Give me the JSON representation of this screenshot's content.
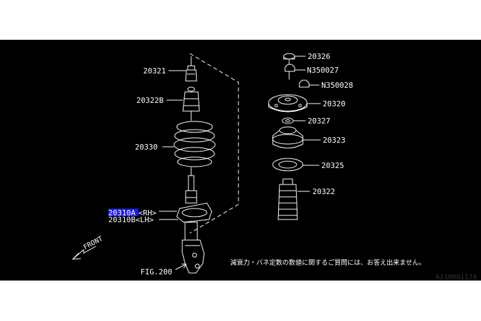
{
  "colors": {
    "background": "#000000",
    "line": "#ffffff",
    "selection": "#1818ff",
    "page": "#ffffff"
  },
  "labels": {
    "p20321": "20321",
    "p20322b": "20322B",
    "p20330": "20330",
    "p20310a": "20310A",
    "p20310a_side": "<RH>",
    "p20310b": "20310B<LH>",
    "p20326": "20326",
    "pn350027": "N350027",
    "pn350028": "N350028",
    "p20320": "20320",
    "p20327": "20327",
    "p20323": "20323",
    "p20325": "20325",
    "p20322": "20322"
  },
  "front_label": "FRONT",
  "fig_ref": "FIG.200",
  "note": "減衰力・バネ定数の数値に関するご質問には、お答え出来ません。",
  "diagram_id": "A210001174",
  "icons": [
    "front-arrow-icon",
    "fig-ref-arrow-icon"
  ]
}
